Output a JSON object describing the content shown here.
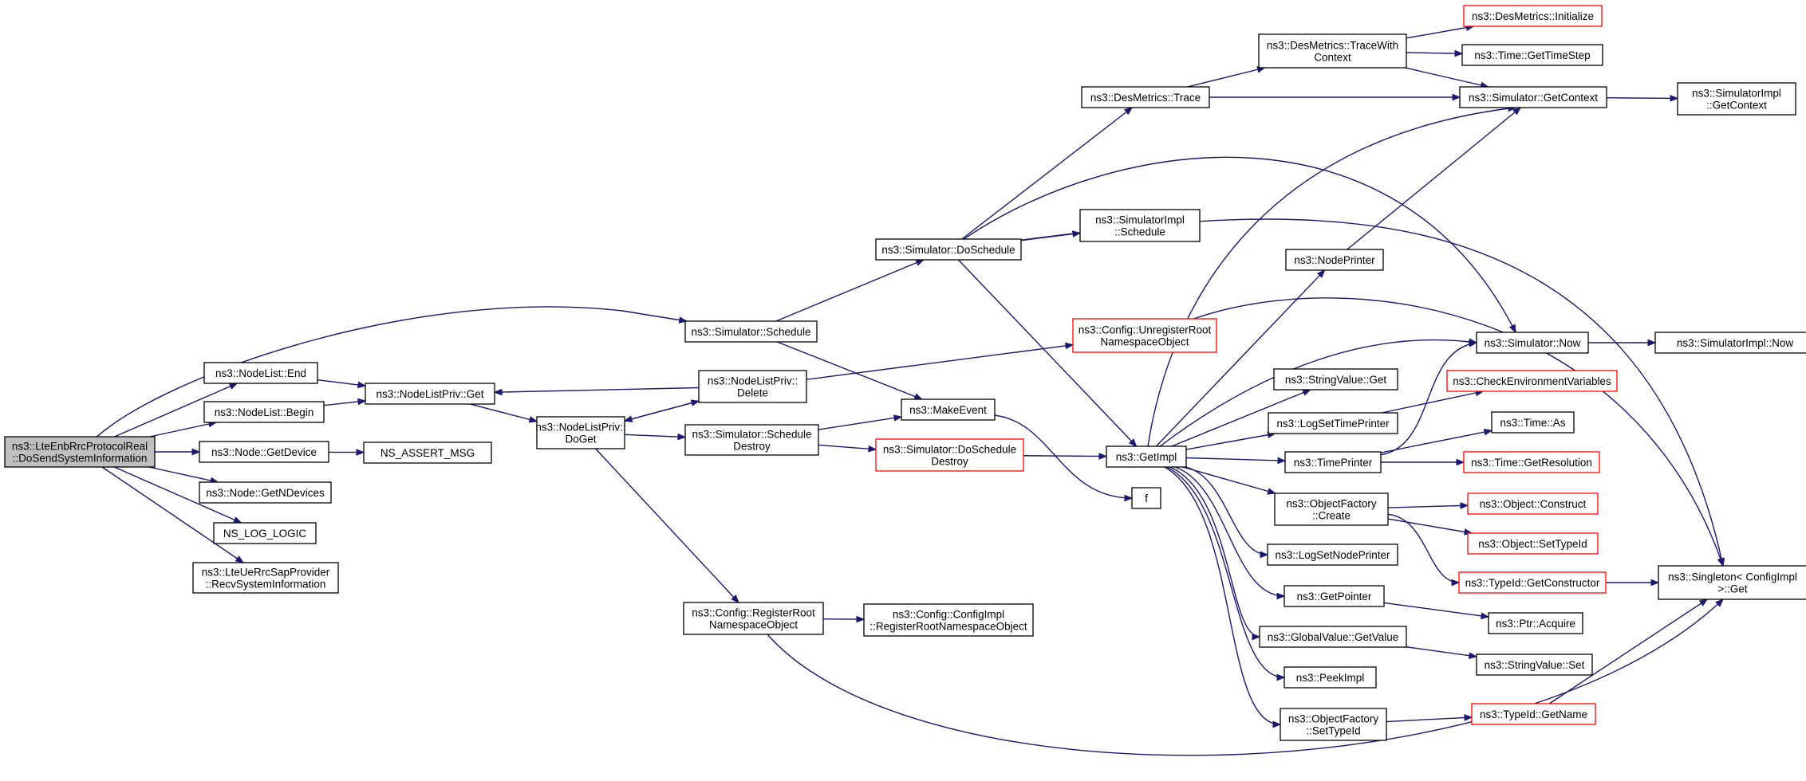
{
  "graph": {
    "edge_color": "#191970",
    "truncated_border_color": "#ff0000",
    "root_fill": "#bfbfbf",
    "nodes": [
      {
        "id": "root",
        "lines": [
          "ns3::LteEnbRrcProtocolReal",
          "::DoSendSystemInformation"
        ],
        "style": "root"
      },
      {
        "id": "nl_end",
        "lines": [
          "ns3::NodeList::End"
        ]
      },
      {
        "id": "nl_begin",
        "lines": [
          "ns3::NodeList::Begin"
        ]
      },
      {
        "id": "node_getdevice",
        "lines": [
          "ns3::Node::GetDevice"
        ]
      },
      {
        "id": "node_getndevices",
        "lines": [
          "ns3::Node::GetNDevices"
        ]
      },
      {
        "id": "ns_log_logic",
        "lines": [
          "NS_LOG_LOGIC"
        ]
      },
      {
        "id": "recv_sysinfo",
        "lines": [
          "ns3::LteUeRrcSapProvider",
          "::RecvSystemInformation"
        ]
      },
      {
        "id": "nlp_get",
        "lines": [
          "ns3::NodeListPriv::Get"
        ]
      },
      {
        "id": "ns_assert_msg",
        "lines": [
          "NS_ASSERT_MSG"
        ]
      },
      {
        "id": "nlp_doget",
        "lines": [
          "ns3::NodeListPriv::",
          "DoGet"
        ]
      },
      {
        "id": "sim_schedule",
        "lines": [
          "ns3::Simulator::Schedule"
        ]
      },
      {
        "id": "nlp_delete",
        "lines": [
          "ns3::NodeListPriv::",
          "Delete"
        ]
      },
      {
        "id": "sim_sched_destroy",
        "lines": [
          "ns3::Simulator::Schedule",
          "Destroy"
        ]
      },
      {
        "id": "cfg_register",
        "lines": [
          "ns3::Config::RegisterRoot",
          "NamespaceObject"
        ]
      },
      {
        "id": "sim_doschedule",
        "lines": [
          "ns3::Simulator::DoSchedule"
        ]
      },
      {
        "id": "make_event",
        "lines": [
          "ns3::MakeEvent"
        ]
      },
      {
        "id": "sim_dosched_destroy",
        "lines": [
          "ns3::Simulator::DoSchedule",
          "Destroy"
        ],
        "style": "red"
      },
      {
        "id": "cfg_impl_register",
        "lines": [
          "ns3::Config::ConfigImpl",
          "::RegisterRootNamespaceObject"
        ]
      },
      {
        "id": "desm_trace",
        "lines": [
          "ns3::DesMetrics::Trace"
        ]
      },
      {
        "id": "simimpl_schedule",
        "lines": [
          "ns3::SimulatorImpl",
          "::Schedule"
        ]
      },
      {
        "id": "cfg_unregister",
        "lines": [
          "ns3::Config::UnregisterRoot",
          "NamespaceObject"
        ],
        "style": "red"
      },
      {
        "id": "getimpl",
        "lines": [
          "ns3::GetImpl"
        ]
      },
      {
        "id": "f",
        "lines": [
          "f"
        ]
      },
      {
        "id": "desm_tracewith",
        "lines": [
          "ns3::DesMetrics::TraceWith",
          "Context"
        ]
      },
      {
        "id": "nodeprinter",
        "lines": [
          "ns3::NodePrinter"
        ]
      },
      {
        "id": "stringvalue_get",
        "lines": [
          "ns3::StringValue::Get"
        ]
      },
      {
        "id": "logsettimeprinter",
        "lines": [
          "ns3::LogSetTimePrinter"
        ]
      },
      {
        "id": "timeprinter",
        "lines": [
          "ns3::TimePrinter"
        ]
      },
      {
        "id": "objfactory_create",
        "lines": [
          "ns3::ObjectFactory",
          "::Create"
        ]
      },
      {
        "id": "logsetnodeprinter",
        "lines": [
          "ns3::LogSetNodePrinter"
        ]
      },
      {
        "id": "getpointer",
        "lines": [
          "ns3::GetPointer"
        ]
      },
      {
        "id": "globalvalue_getvalue",
        "lines": [
          "ns3::GlobalValue::GetValue"
        ]
      },
      {
        "id": "peekimpl",
        "lines": [
          "ns3::PeekImpl"
        ]
      },
      {
        "id": "objfactory_settypeid",
        "lines": [
          "ns3::ObjectFactory",
          "::SetTypeId"
        ]
      },
      {
        "id": "desm_initialize",
        "lines": [
          "ns3::DesMetrics::Initialize"
        ],
        "style": "red"
      },
      {
        "id": "time_gettimestep",
        "lines": [
          "ns3::Time::GetTimeStep"
        ]
      },
      {
        "id": "sim_getcontext",
        "lines": [
          "ns3::Simulator::GetContext"
        ]
      },
      {
        "id": "sim_now",
        "lines": [
          "ns3::Simulator::Now"
        ]
      },
      {
        "id": "check_env",
        "lines": [
          "ns3::CheckEnvironmentVariables"
        ],
        "style": "red"
      },
      {
        "id": "time_as",
        "lines": [
          "ns3::Time::As"
        ]
      },
      {
        "id": "time_getresolution",
        "lines": [
          "ns3::Time::GetResolution"
        ],
        "style": "red"
      },
      {
        "id": "object_construct",
        "lines": [
          "ns3::Object::Construct"
        ],
        "style": "red"
      },
      {
        "id": "object_settypeid",
        "lines": [
          "ns3::Object::SetTypeId"
        ],
        "style": "red"
      },
      {
        "id": "typeid_getconstructor",
        "lines": [
          "ns3::TypeId::GetConstructor"
        ],
        "style": "red"
      },
      {
        "id": "ptr_acquire",
        "lines": [
          "ns3::Ptr::Acquire"
        ]
      },
      {
        "id": "stringvalue_set",
        "lines": [
          "ns3::StringValue::Set"
        ]
      },
      {
        "id": "typeid_getname",
        "lines": [
          "ns3::TypeId::GetName"
        ],
        "style": "red"
      },
      {
        "id": "simimpl_getcontext",
        "lines": [
          "ns3::SimulatorImpl",
          "::GetContext"
        ]
      },
      {
        "id": "simimpl_now",
        "lines": [
          "ns3::SimulatorImpl::Now"
        ]
      },
      {
        "id": "singleton_get",
        "lines": [
          "ns3::Singleton< ConfigImpl",
          " >::Get"
        ]
      }
    ]
  }
}
